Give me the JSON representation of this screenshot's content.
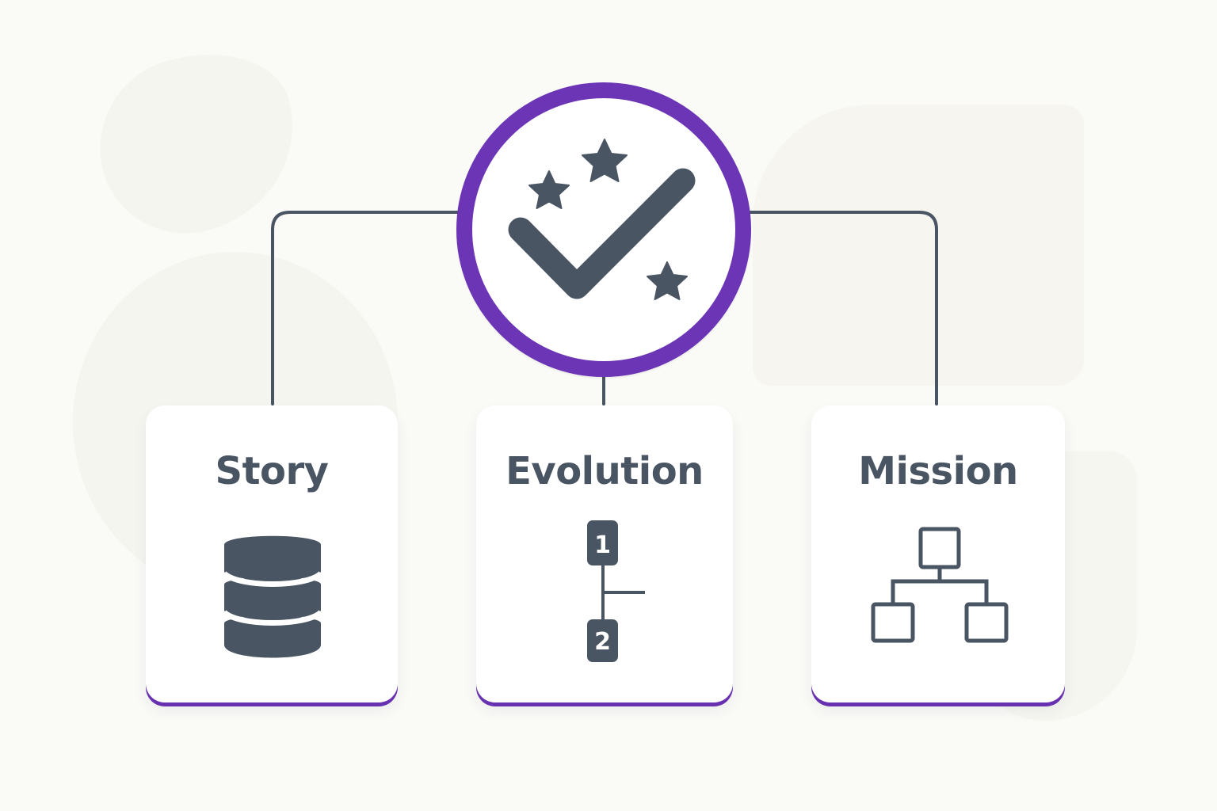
{
  "diagram": {
    "center_node": {
      "icon": "check-with-stars-icon"
    },
    "cards": [
      {
        "title": "Story",
        "icon": "database-icon"
      },
      {
        "title": "Evolution",
        "icon": "numbered-timeline-icon",
        "steps": [
          "1",
          "2"
        ]
      },
      {
        "title": "Mission",
        "icon": "org-chart-icon"
      }
    ],
    "colors": {
      "primary": "#6b35b5",
      "text": "#4a5563",
      "line": "#4a5563",
      "card_background": "#ffffff",
      "background": "#fafaf7"
    }
  }
}
